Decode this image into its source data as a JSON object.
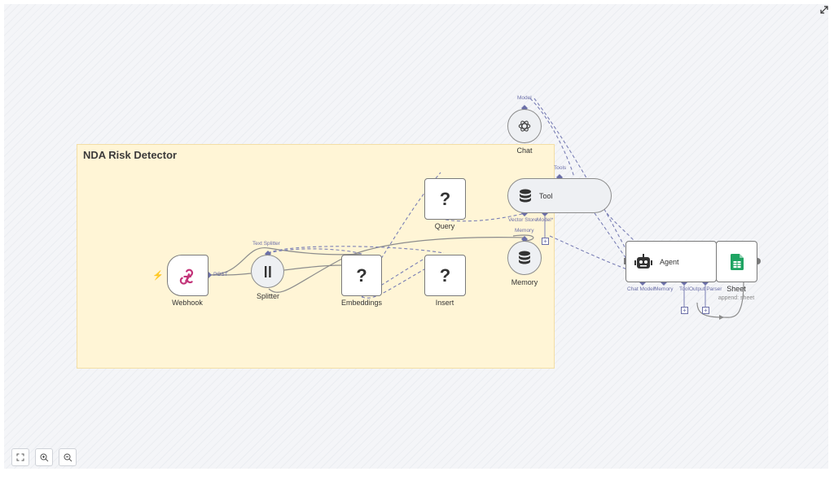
{
  "canvas": {
    "sticky_note": {
      "title": "NDA Risk Detector"
    }
  },
  "nodes": {
    "webhook": {
      "label": "Webhook",
      "icon": "webhook-icon"
    },
    "splitter": {
      "label": "Splitter",
      "icon": "splitter-icon"
    },
    "embeddings": {
      "label": "Embeddings",
      "glyph": "?"
    },
    "query": {
      "label": "Query",
      "glyph": "?"
    },
    "insert": {
      "label": "Insert",
      "glyph": "?"
    },
    "chat": {
      "label": "Chat",
      "icon": "openai-icon"
    },
    "tool": {
      "label": "Tool",
      "icon": "database-icon"
    },
    "memory": {
      "label": "Memory",
      "icon": "database-icon"
    },
    "agent": {
      "label": "Agent",
      "icon": "robot-icon"
    },
    "sheet": {
      "label": "Sheet",
      "subtitle": "append: sheet",
      "icon": "google-sheets-icon"
    }
  },
  "port_labels": {
    "webhook_post": "POST",
    "splitter_text": "Text Splitter",
    "chat_model": "Model",
    "tool_tools": "Tools",
    "tool_vector_store": "Vector Store",
    "tool_model": "Model*",
    "memory_memory": "Memory",
    "agent_chat_model": "Chat Model*",
    "agent_memory": "Memory",
    "agent_tool": "Tool",
    "agent_output_parser": "Output Parser"
  },
  "plus_buttons": [
    "+",
    "+",
    "+"
  ],
  "controls": {
    "fit_view": "fit-view-icon",
    "zoom_in": "zoom-in-icon",
    "zoom_out": "zoom-out-icon",
    "fullscreen": "expand-icon"
  },
  "colors": {
    "sticky_bg": "#fff5d6",
    "edge_main": "#8c8c8c",
    "edge_ai": "#7a7fb5",
    "trigger_bolt": "#ff6b57",
    "sheets_green": "#1fa463"
  }
}
